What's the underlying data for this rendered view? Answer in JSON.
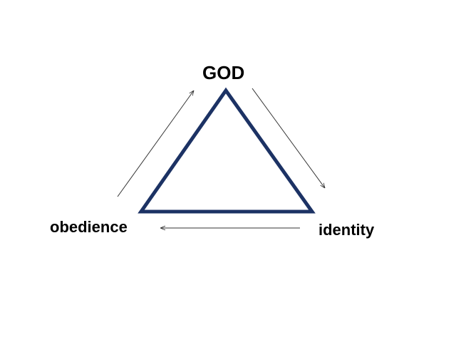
{
  "diagram": {
    "nodes": {
      "top": "GOD",
      "left": "obedience",
      "right": "identity"
    },
    "edges": [
      {
        "from": "obedience",
        "to": "GOD"
      },
      {
        "from": "GOD",
        "to": "identity"
      },
      {
        "from": "identity",
        "to": "obedience"
      }
    ],
    "colors": {
      "triangle_stroke": "#1c3264",
      "arrow_stroke": "#333333",
      "text": "#000000",
      "background": "#ffffff"
    }
  }
}
